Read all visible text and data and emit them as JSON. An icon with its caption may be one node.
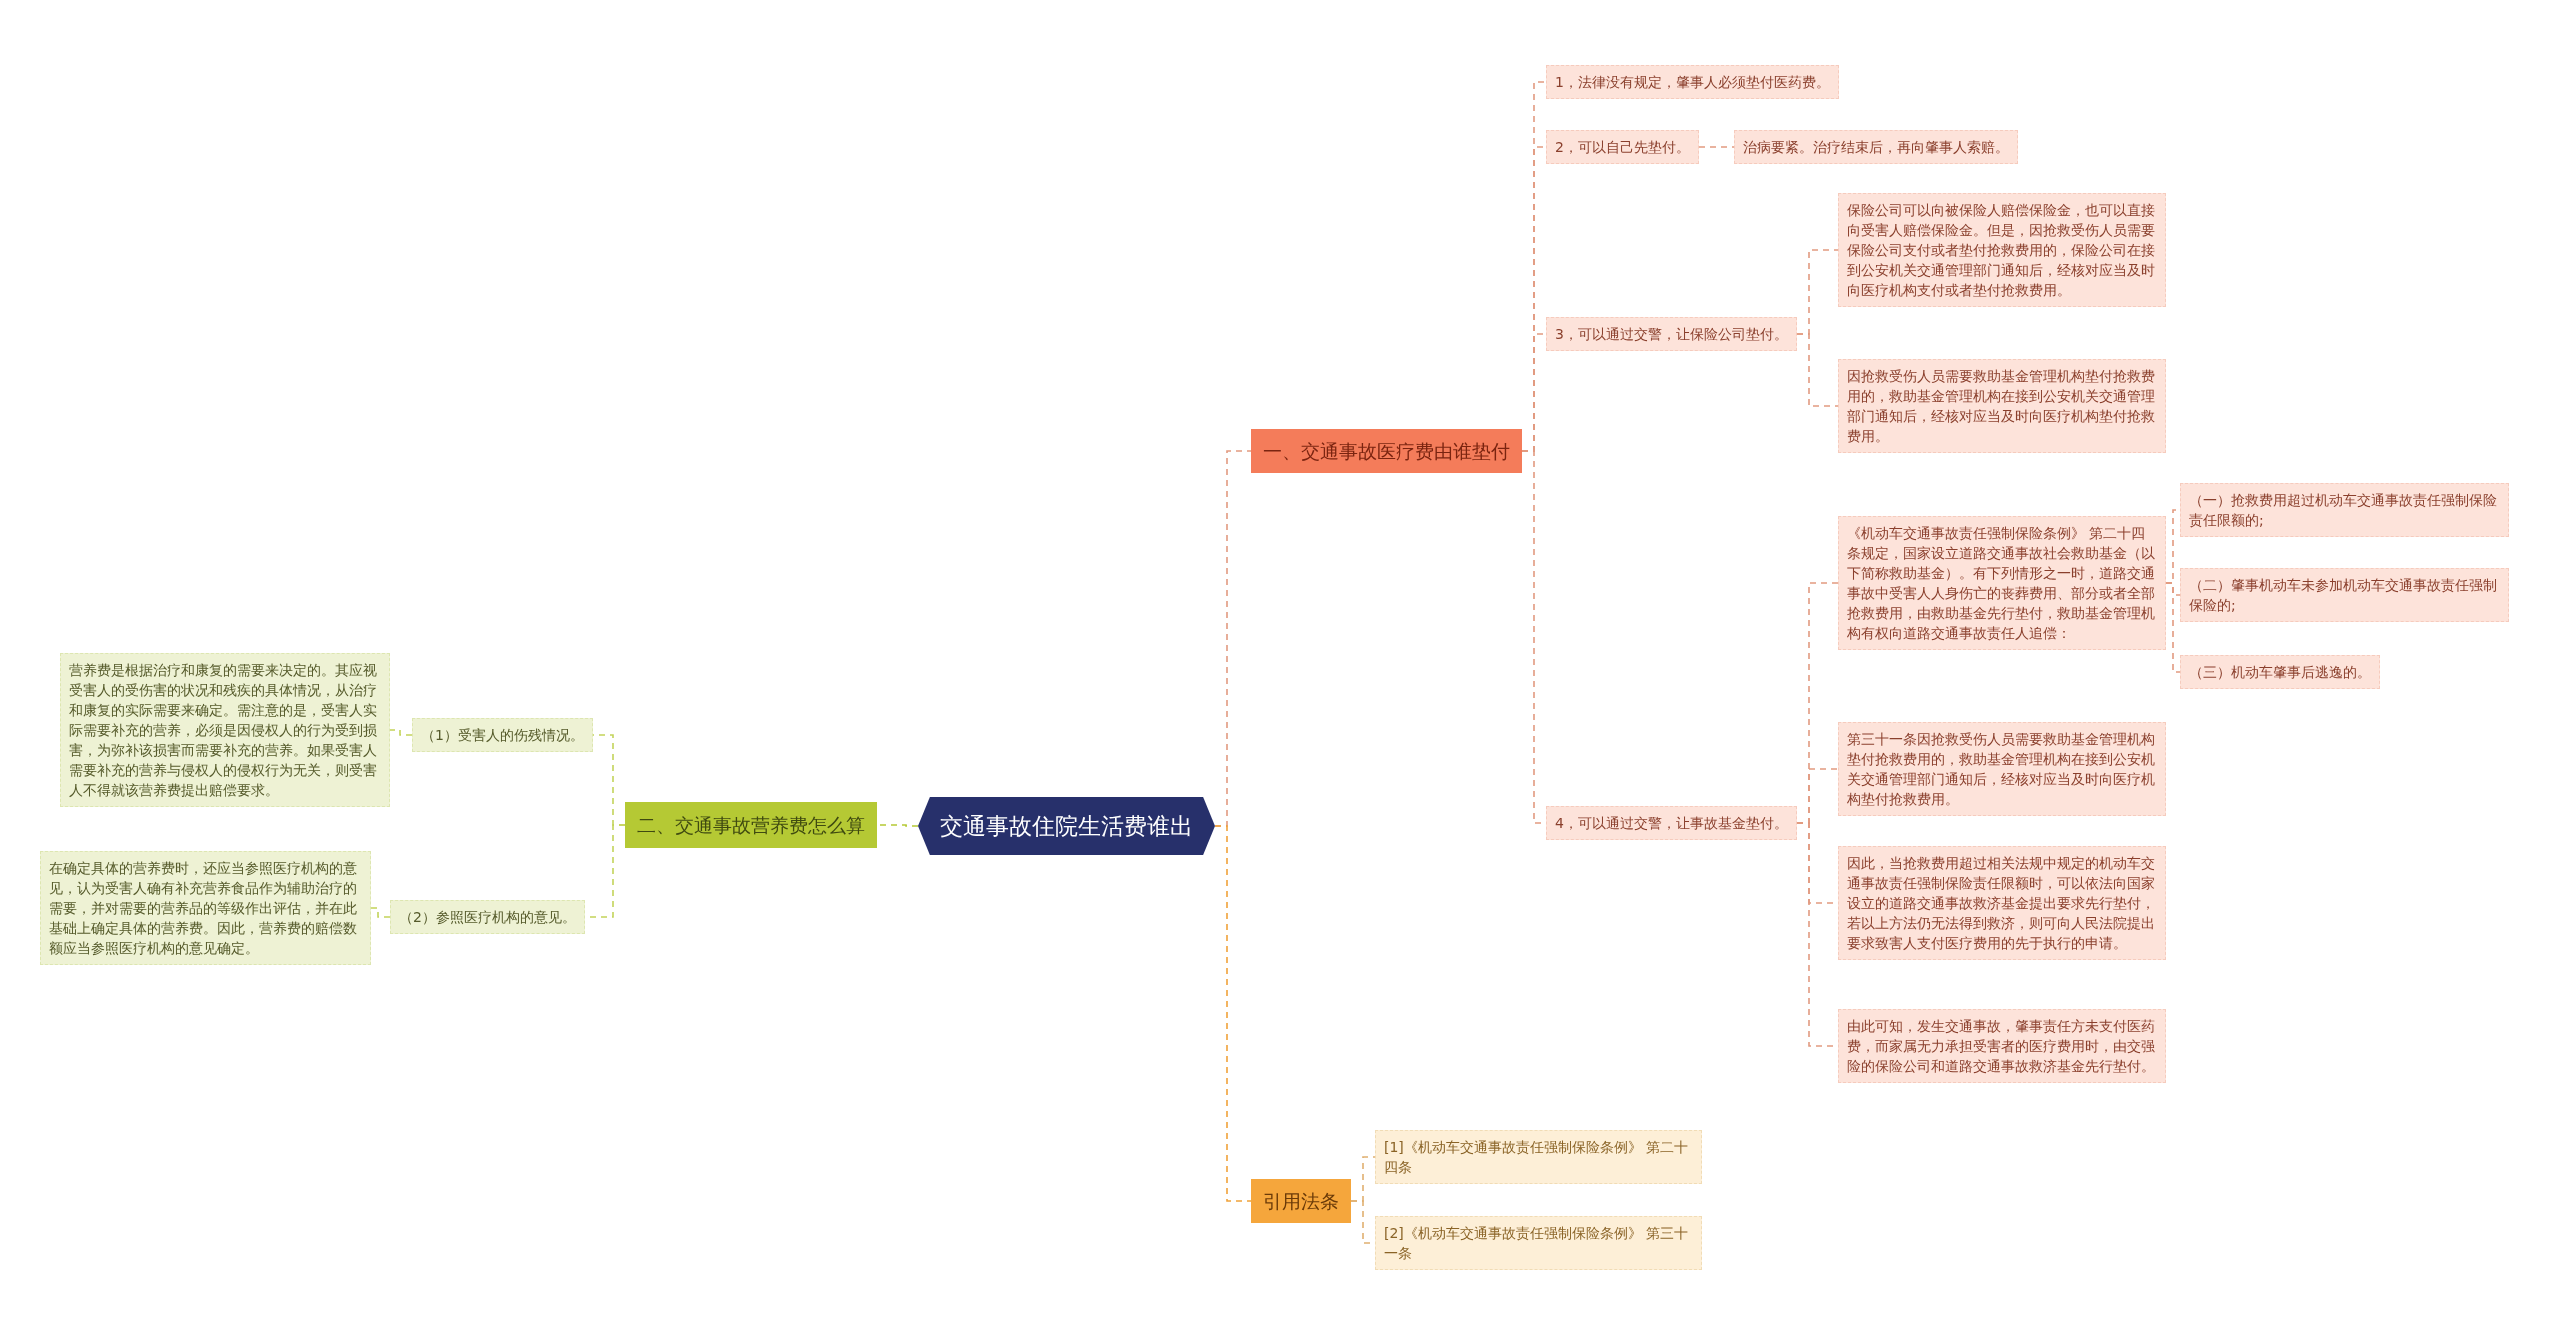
{
  "diagram": {
    "nodes": [
      {
        "text": [
          "交通事故住院生活费谁出"
        ]
      },
      {
        "text": [
          "一、交通事故医疗费由谁垫付"
        ]
      },
      {
        "text": [
          "1，法律没有规定，肇事人必须垫付医药费。"
        ]
      },
      {
        "text": [
          "2，可以自己先垫付。"
        ]
      },
      {
        "text": [
          "治病要紧。治疗结束后，再向肇事人索赔。"
        ]
      },
      {
        "text": [
          "3，可以通过交警，让保险公司垫付。"
        ]
      },
      {
        "text": [
          "保险公司可以向被保险人赔偿保险金，也可以直接向受害人赔偿保险金。但是，因抢救受伤人员需要保险公司支付或者垫付抢救费用的，保险公司在接到公安机关交通管理部门通知后，经核对应当及时向医疗机构支付或者垫付抢救费用。"
        ]
      },
      {
        "text": [
          "因抢救受伤人员需要救助基金管理机构垫付抢救费用的，救助基金管理机构在接到公安机关交通管理部门通知后，经核对应当及时向医疗机构垫付抢救费用。"
        ]
      },
      {
        "text": [
          "4，可以通过交警，让事故基金垫付。"
        ]
      },
      {
        "text": [
          "《机动车交通事故责任强制保险条例》 第二十四条规定，国家设立道路交通事故社会救助基金（以下简称救助基金）。有下列情形之一时，道路交通事故中受害人人身伤亡的丧葬费用、部分或者全部抢救费用，由救助基金先行垫付，救助基金管理机构有权向道路交通事故责任人追偿："
        ]
      },
      {
        "text": [
          "（一）抢救费用超过机动车交通事故责任强制保险责任限额的;"
        ]
      },
      {
        "text": [
          "（二）肇事机动车未参加机动车交通事故责任强制保险的;"
        ]
      },
      {
        "text": [
          "（三）机动车肇事后逃逸的。"
        ]
      },
      {
        "text": [
          "第三十一条因抢救受伤人员需要救助基金管理机构垫付抢救费用的，救助基金管理机构在接到公安机关交通管理部门通知后，经核对应当及时向医疗机构垫付抢救费用。"
        ]
      },
      {
        "text": [
          "因此，当抢救费用超过相关法规中规定的机动车交通事故责任强制保险责任限额时，可以依法向国家设立的道路交通事故救济基金提出要求先行垫付，若以上方法仍无法得到救济，则可向人民法院提出要求致害人支付医疗费用的先于执行的申请。"
        ]
      },
      {
        "text": [
          "由此可知，发生交通事故，肇事责任方未支付医药费，而家属无力承担受害者的医疗费用时，由交强险的保险公司和道路交通事故救济基金先行垫付。"
        ]
      },
      {
        "text": [
          "引用法条"
        ]
      },
      {
        "text": [
          "[1]《机动车交通事故责任强制保险条例》 第二十四条"
        ]
      },
      {
        "text": [
          "[2]《机动车交通事故责任强制保险条例》 第三十一条"
        ]
      },
      {
        "text": [
          "二、交通事故营养费怎么算"
        ]
      },
      {
        "text": [
          "（1）受害人的伤残情况。"
        ]
      },
      {
        "text": [
          "营养费是根据治疗和康复的需要来决定的。其应视受害人的受伤害的状况和残疾的具体情况，从治疗和康复的实际需要来确定。需注意的是，受害人实际需要补充的营养，必须是因侵权人的行为受到损害，为弥补该损害而需要补充的营养。如果受害人需要补充的营养与侵权人的侵权行为无关，则受害人不得就该营养费提出赔偿要求。"
        ]
      },
      {
        "text": [
          "（2）参照医疗机构的意见。"
        ]
      },
      {
        "text": [
          "在确定具体的营养费时，还应当参照医疗机构的意见，认为受害人确有补充营养食品作为辅助治疗的需要，并对需要的营养品的等级作出评估，并在此基础上确定具体的营养费。因此，营养费的赔偿数额应当参照医疗机构的意见确定。"
        ]
      }
    ],
    "edges": [
      {
        "from": 0,
        "to": 1,
        "arrow": "none"
      },
      {
        "from": 1,
        "to": 2,
        "arrow": "none"
      },
      {
        "from": 1,
        "to": 3,
        "arrow": "none"
      },
      {
        "from": 3,
        "to": 4,
        "arrow": "none"
      },
      {
        "from": 1,
        "to": 5,
        "arrow": "none"
      },
      {
        "from": 5,
        "to": 6,
        "arrow": "none"
      },
      {
        "from": 5,
        "to": 7,
        "arrow": "none"
      },
      {
        "from": 1,
        "to": 8,
        "arrow": "none"
      },
      {
        "from": 8,
        "to": 9,
        "arrow": "none"
      },
      {
        "from": 9,
        "to": 10,
        "arrow": "none"
      },
      {
        "from": 9,
        "to": 11,
        "arrow": "none"
      },
      {
        "from": 9,
        "to": 12,
        "arrow": "none"
      },
      {
        "from": 8,
        "to": 13,
        "arrow": "none"
      },
      {
        "from": 8,
        "to": 14,
        "arrow": "none"
      },
      {
        "from": 8,
        "to": 15,
        "arrow": "none"
      },
      {
        "from": 0,
        "to": 16,
        "arrow": "none",
        "color": "#f0a23a"
      },
      {
        "from": 16,
        "to": 17,
        "arrow": "none",
        "color": "#e0b070"
      },
      {
        "from": 16,
        "to": 18,
        "arrow": "none",
        "color": "#e0b070"
      },
      {
        "from": 0,
        "to": 19,
        "arrow": "none",
        "color": "#b5c934"
      },
      {
        "from": 19,
        "to": 20,
        "arrow": "none",
        "color": "#c3d45a"
      },
      {
        "from": 20,
        "to": 21,
        "arrow": "none",
        "color": "#c3d45a"
      },
      {
        "from": 19,
        "to": 22,
        "arrow": "none",
        "color": "#c3d45a"
      },
      {
        "from": 22,
        "to": 23,
        "arrow": "none",
        "color": "#c3d45a"
      }
    ]
  }
}
